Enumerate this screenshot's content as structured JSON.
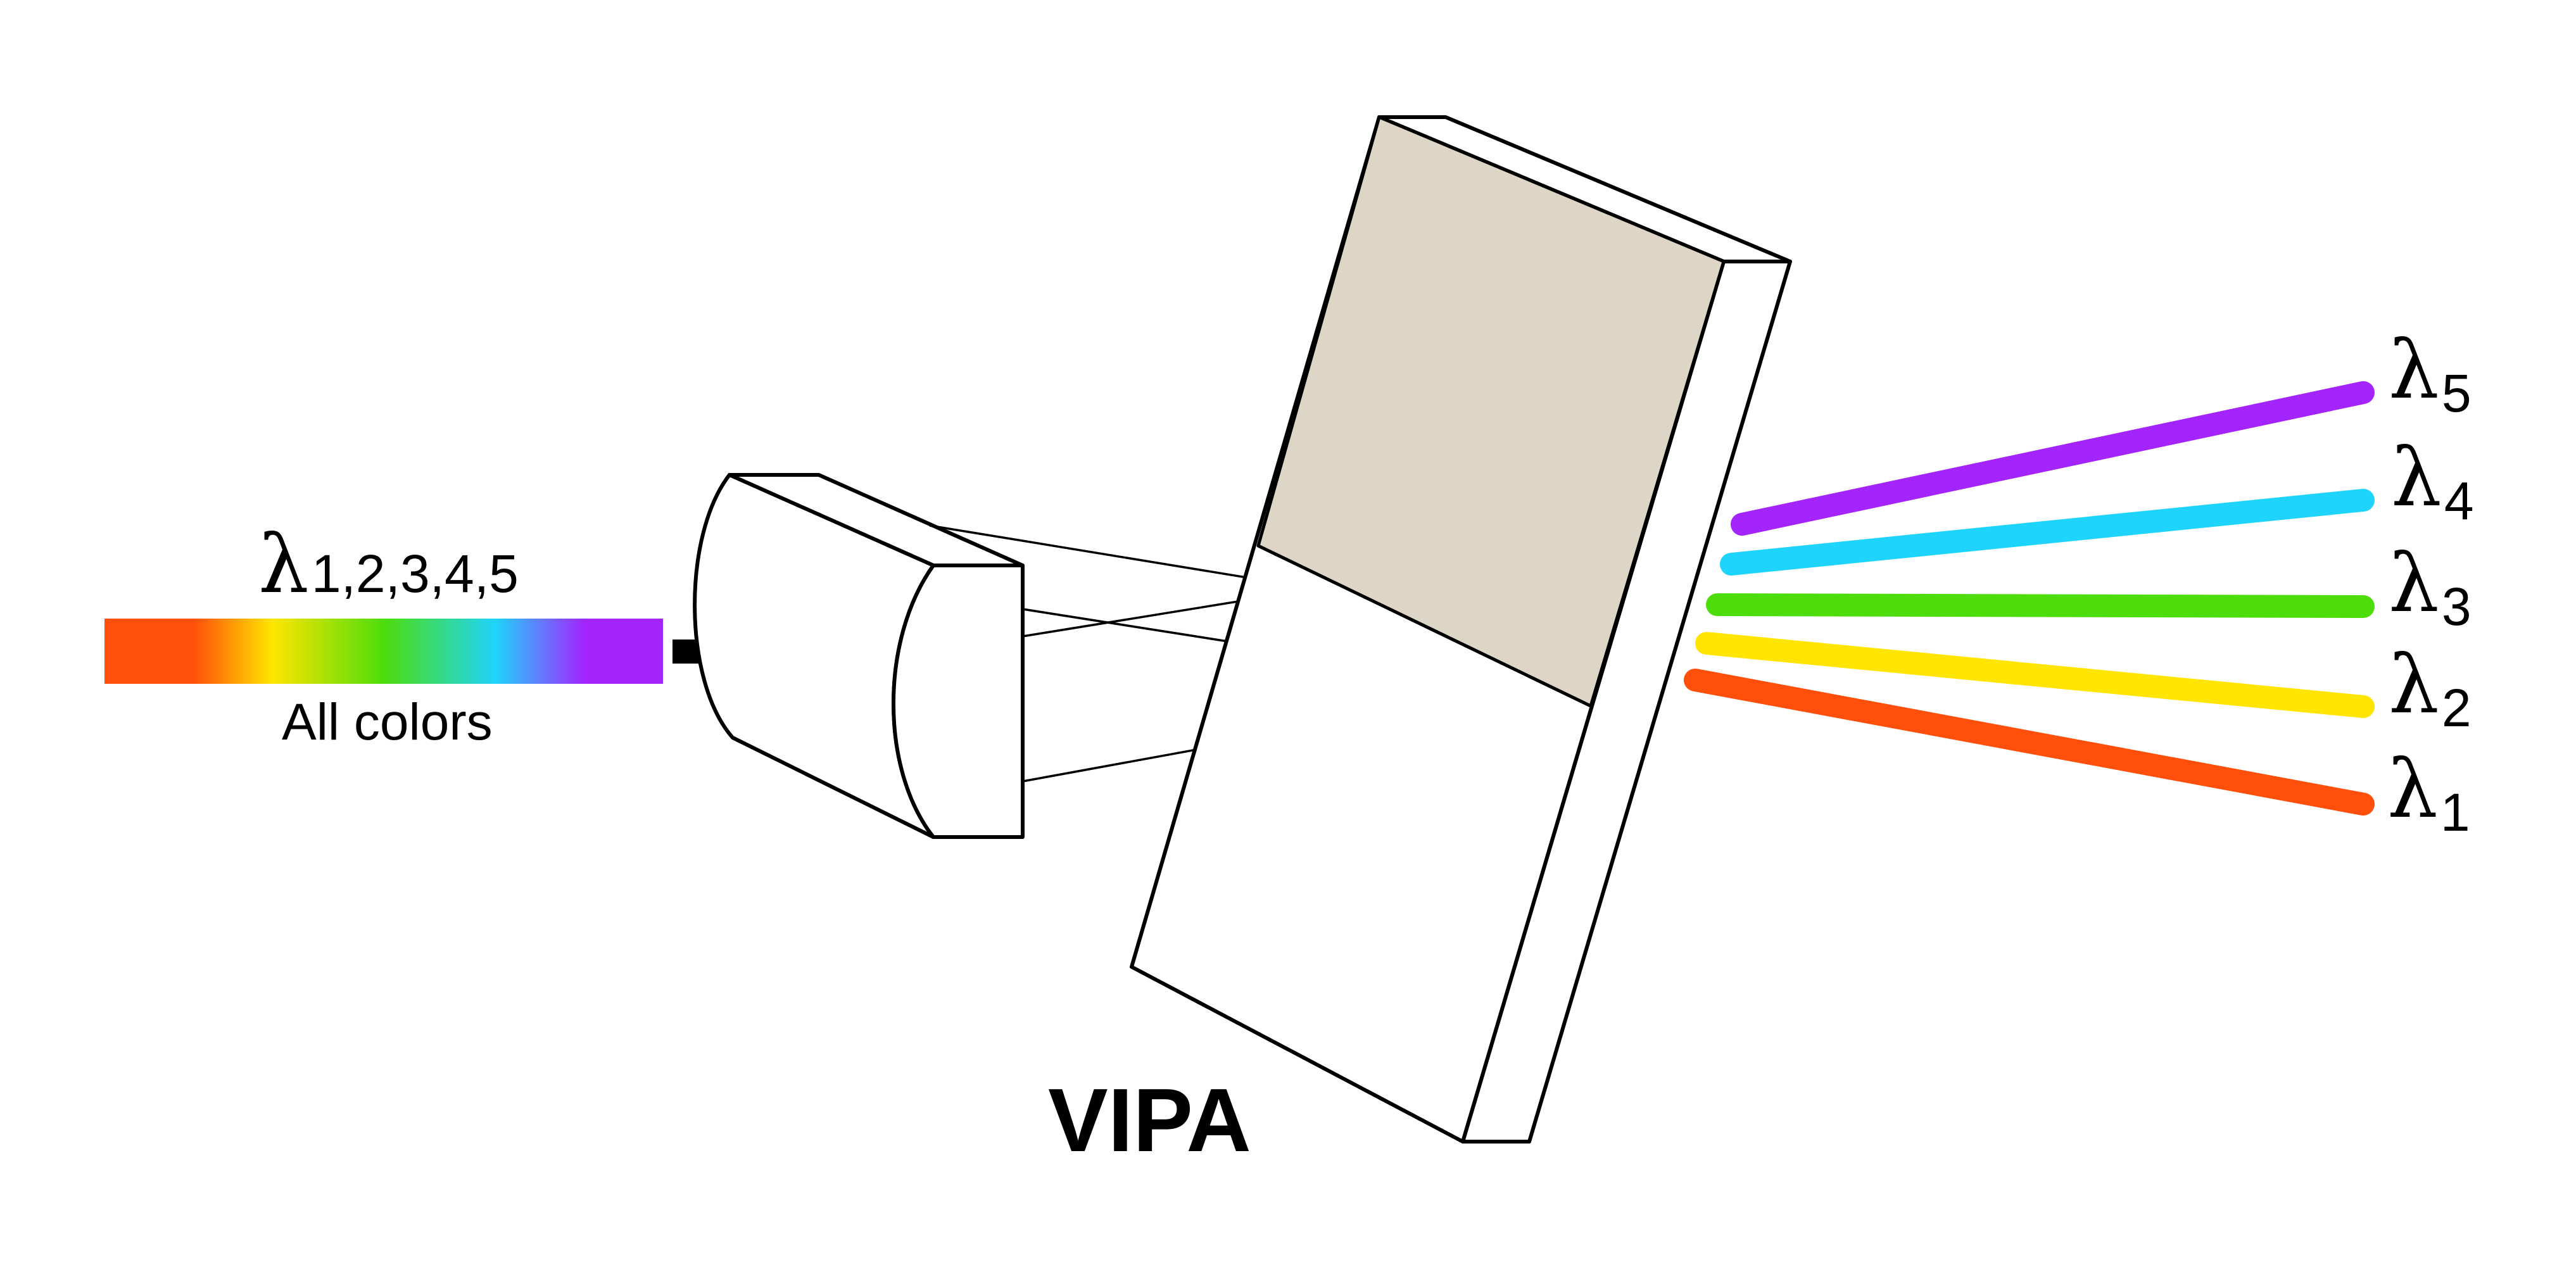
{
  "input": {
    "wavelength_symbol": "λ",
    "wavelength_subscript": "1,2,3,4,5",
    "caption": "All colors",
    "spectrum_colors": [
      "#ff4f0a",
      "#ffe500",
      "#4ddd0a",
      "#1fd4fc",
      "#a424fd"
    ]
  },
  "device": {
    "title": "VIPA",
    "coating_color": "#ddd5c5"
  },
  "outputs": [
    {
      "symbol": "λ",
      "subscript": "5",
      "color": "#a424fd"
    },
    {
      "symbol": "λ",
      "subscript": "4",
      "color": "#1fd4fc"
    },
    {
      "symbol": "λ",
      "subscript": "3",
      "color": "#4ddd0a"
    },
    {
      "symbol": "λ",
      "subscript": "2",
      "color": "#ffe500"
    },
    {
      "symbol": "λ",
      "subscript": "1",
      "color": "#ff4f0a"
    }
  ]
}
